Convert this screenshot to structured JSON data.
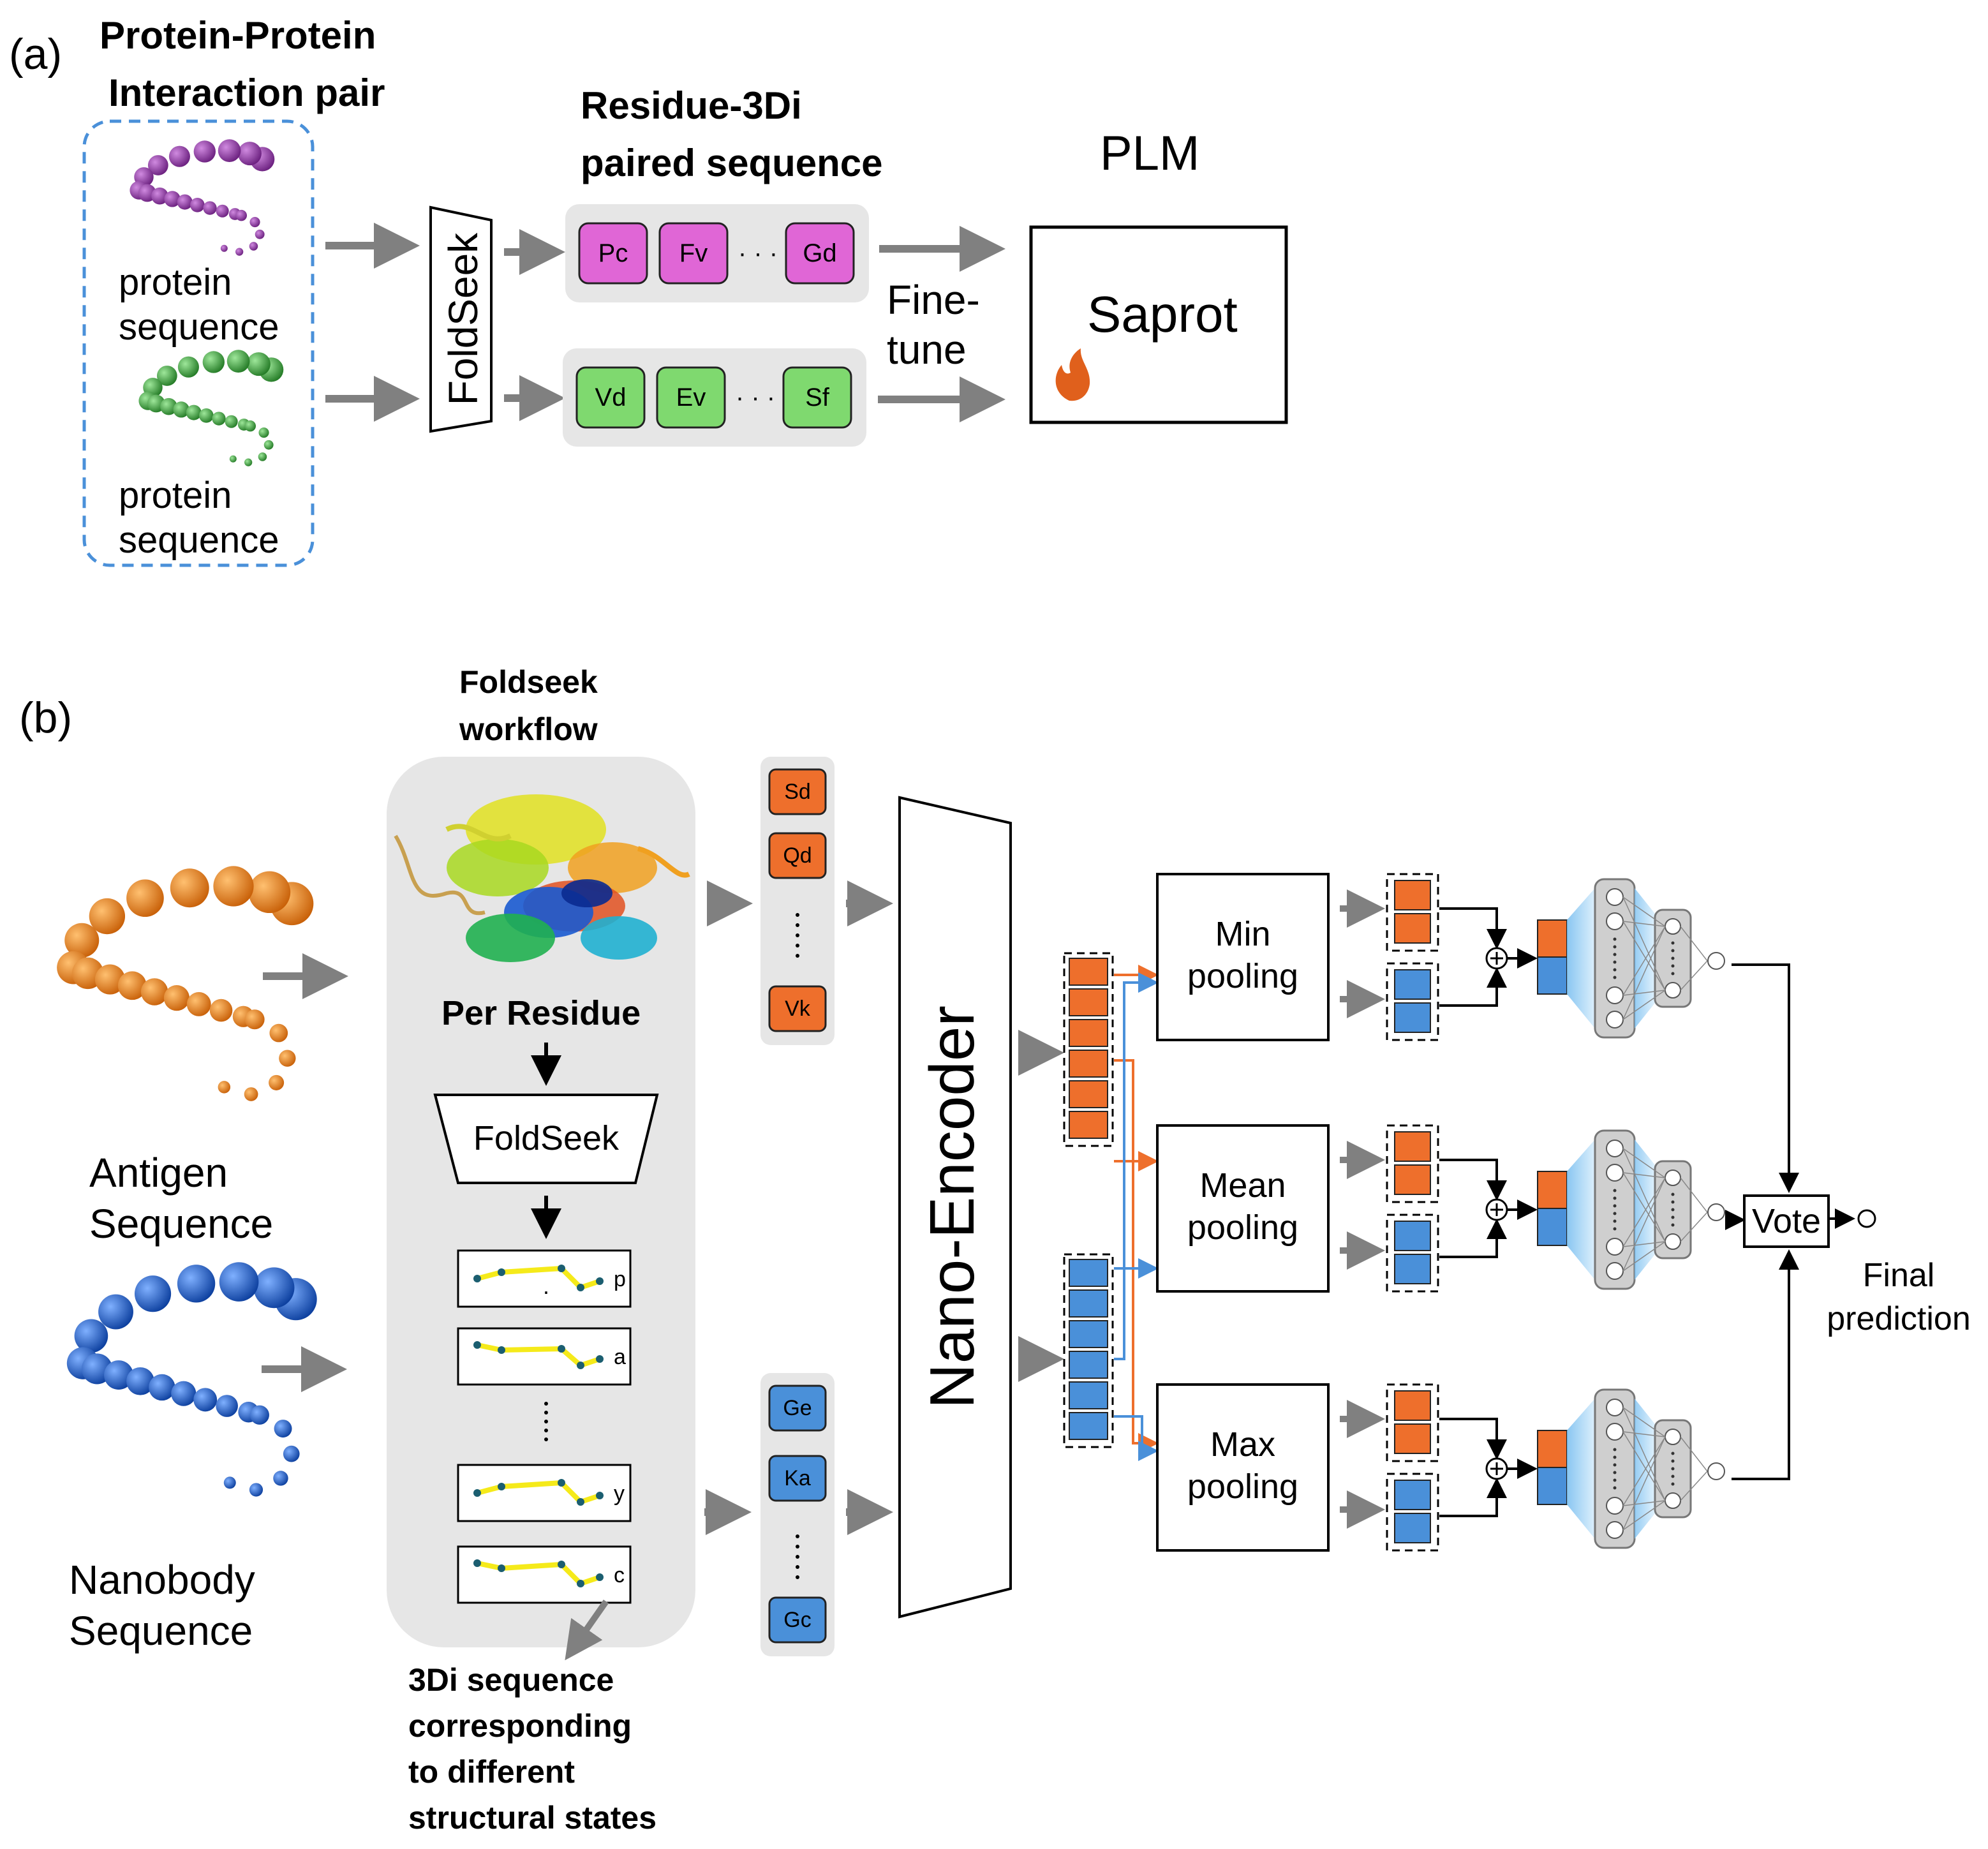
{
  "colors": {
    "purple": "#8b2f9e",
    "green": "#3aa83c",
    "orange": "#ee7d1a",
    "blue": "#1f5fc8",
    "token_magenta": "#e066d6",
    "token_green": "#7fd96f",
    "token_orange": "#ee6f2c",
    "token_blue": "#4a90d9",
    "arrow_gray": "#808080",
    "panel_gray": "#e6e6e6",
    "dashed_blue": "#4a90d9",
    "flame": "#e0601c"
  },
  "panel_a": {
    "label": "(a)",
    "pair_title_line1": "Protein-Protein",
    "pair_title_line2": "Interaction pair",
    "seq_label_1_line1": "protein",
    "seq_label_1_line2": "sequence",
    "seq_label_2_line1": "protein",
    "seq_label_2_line2": "sequence",
    "foldseek_label": "FoldSeek",
    "residue_title_line1": "Residue-3Di",
    "residue_title_line2": "paired sequence",
    "top_tokens": [
      "Pc",
      "Fv",
      "Gd"
    ],
    "bottom_tokens": [
      "Vd",
      "Ev",
      "Sf"
    ],
    "ellipsis": "· · ·",
    "finetune_line1": "Fine-",
    "finetune_line2": "tune",
    "plm_label": "PLM",
    "model_name": "Saprot",
    "flame_icon": "flame-icon"
  },
  "panel_b": {
    "label": "(b)",
    "workflow_title_line1": "Foldseek",
    "workflow_title_line2": "workflow",
    "per_residue": "Per  Residue",
    "foldseek_box": "FoldSeek",
    "states": [
      "p",
      "a",
      "y",
      "c"
    ],
    "caption_line1": "3Di sequence",
    "caption_line2": "corresponding",
    "caption_line3": "to different",
    "caption_line4": "structural states",
    "antigen_line1": "Antigen",
    "antigen_line2": "Sequence",
    "nanobody_line1": "Nanobody",
    "nanobody_line2": "Sequence",
    "antigen_tokens": [
      "Sd",
      "Qd",
      "Vk"
    ],
    "nanobody_tokens": [
      "Ge",
      "Ka",
      "Gc"
    ],
    "encoder_label": "Nano-Encoder",
    "pool_labels": [
      {
        "line1": "Min",
        "line2": "pooling"
      },
      {
        "line1": "Mean",
        "line2": "pooling"
      },
      {
        "line1": "Max",
        "line2": "pooling"
      }
    ],
    "plus_symbol": "+",
    "vote_label": "Vote",
    "final_line1": "Final",
    "final_line2": "prediction"
  }
}
